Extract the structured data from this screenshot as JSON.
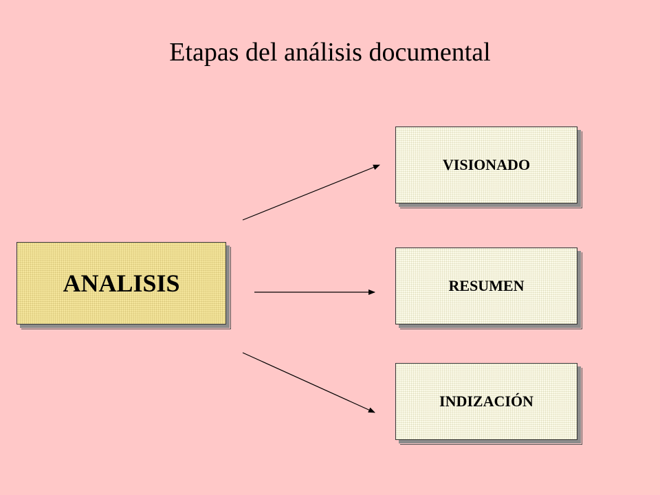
{
  "title": "Etapas del análisis documental",
  "diagram": {
    "source": {
      "label": "ANALISIS"
    },
    "stages": [
      {
        "label": "VISIONADO"
      },
      {
        "label": "RESUMEN"
      },
      {
        "label": "INDIZACIÓN"
      }
    ]
  },
  "colors": {
    "background": "#ffc8c8",
    "source_fill": "#f6e79e",
    "stage_fill": "#fdfcec",
    "arrow": "#000000"
  }
}
